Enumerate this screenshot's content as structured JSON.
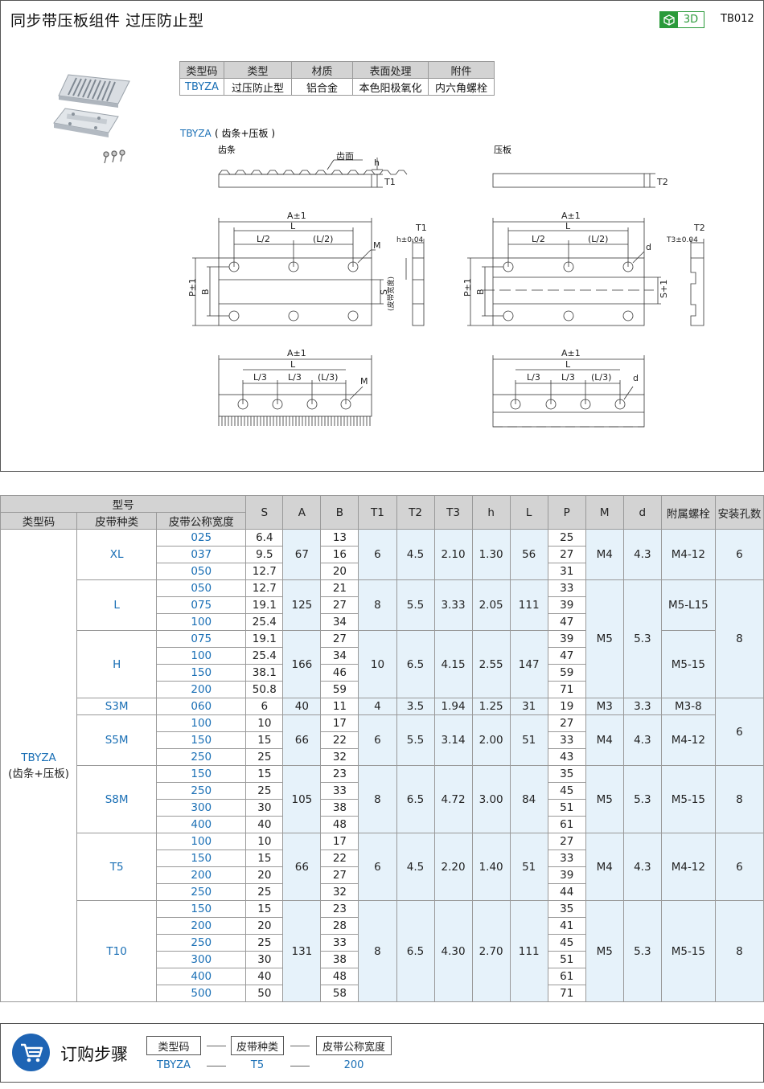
{
  "header": {
    "title": "同步带压板组件  过压防止型",
    "badge_3d": "3D",
    "code": "TB012"
  },
  "spec_table": {
    "headers": [
      "类型码",
      "类型",
      "材质",
      "表面处理",
      "附件"
    ],
    "values": [
      "TBYZA",
      "过压防止型",
      "铝合金",
      "本色阳极氧化",
      "内六角螺栓"
    ]
  },
  "drawing": {
    "section_title": "TBYZA",
    "section_sub": "( 齿条+压板 )",
    "rack_label": "齿条",
    "plate_label": "压板",
    "tooth_face": "齿面",
    "labels": {
      "h": "h",
      "t1": "T1",
      "t2": "T2",
      "a": "A±1",
      "l": "L",
      "l2": "L/2",
      "l2p": "(L/2)",
      "l3": "L/3",
      "l3p": "(L/3)",
      "m": "M",
      "d": "d",
      "p": "P±1",
      "b": "B",
      "s": "S",
      "belt_width": "(皮带宽度)",
      "h_tol": "h±0.04",
      "t3_tol": "T3±0.04",
      "s1": "S+1"
    }
  },
  "main_table": {
    "header_model": "型号",
    "header_type_code": "类型码",
    "header_belt_type": "皮带种类",
    "header_belt_width": "皮带公称宽度",
    "cols": [
      "S",
      "A",
      "B",
      "T1",
      "T2",
      "T3",
      "h",
      "L",
      "P",
      "M",
      "d",
      "附属螺栓",
      "安装孔数"
    ],
    "type_code": "TBYZA",
    "type_code_sub": "(齿条+压板)",
    "rows": [
      {
        "belt": "XL",
        "w": "025",
        "S": "6.4",
        "A": "67",
        "B": "13",
        "T1": "6",
        "T2": "4.5",
        "T3": "2.10",
        "h": "1.30",
        "L": "56",
        "P": "25",
        "M": "M4",
        "d": "4.3",
        "bolt": "M4-12",
        "holes": "6"
      },
      {
        "belt": "",
        "w": "037",
        "S": "9.5",
        "B": "16",
        "P": "27"
      },
      {
        "belt": "",
        "w": "050",
        "S": "12.7",
        "B": "20",
        "P": "31"
      },
      {
        "belt": "L",
        "w": "050",
        "S": "12.7",
        "A": "125",
        "B": "21",
        "T1": "8",
        "T2": "5.5",
        "T3": "3.33",
        "h": "2.05",
        "L": "111",
        "P": "33",
        "M": "M5",
        "d": "5.3",
        "bolt": "M5-L15",
        "holes": "8"
      },
      {
        "belt": "",
        "w": "075",
        "S": "19.1",
        "B": "27",
        "P": "39"
      },
      {
        "belt": "",
        "w": "100",
        "S": "25.4",
        "B": "34",
        "P": "47"
      },
      {
        "belt": "H",
        "w": "075",
        "S": "19.1",
        "A": "166",
        "B": "27",
        "T1": "10",
        "T2": "6.5",
        "T3": "4.15",
        "h": "2.55",
        "L": "147",
        "P": "39",
        "bolt": "M5-15"
      },
      {
        "belt": "",
        "w": "100",
        "S": "25.4",
        "B": "34",
        "P": "47"
      },
      {
        "belt": "",
        "w": "150",
        "S": "38.1",
        "B": "46",
        "P": "59"
      },
      {
        "belt": "",
        "w": "200",
        "S": "50.8",
        "B": "59",
        "P": "71"
      },
      {
        "belt": "S3M",
        "w": "060",
        "S": "6",
        "A": "40",
        "B": "11",
        "T1": "4",
        "T2": "3.5",
        "T3": "1.94",
        "h": "1.25",
        "L": "31",
        "P": "19",
        "M": "M3",
        "d": "3.3",
        "bolt": "M3-8",
        "holes": "6"
      },
      {
        "belt": "S5M",
        "w": "100",
        "S": "10",
        "A": "66",
        "B": "17",
        "T1": "6",
        "T2": "5.5",
        "T3": "3.14",
        "h": "2.00",
        "L": "51",
        "P": "27",
        "M": "M4",
        "d": "4.3",
        "bolt": "M4-12"
      },
      {
        "belt": "",
        "w": "150",
        "S": "15",
        "B": "22",
        "P": "33"
      },
      {
        "belt": "",
        "w": "250",
        "S": "25",
        "B": "32",
        "P": "43"
      },
      {
        "belt": "S8M",
        "w": "150",
        "S": "15",
        "A": "105",
        "B": "23",
        "T1": "8",
        "T2": "6.5",
        "T3": "4.72",
        "h": "3.00",
        "L": "84",
        "P": "35",
        "M": "M5",
        "d": "5.3",
        "bolt": "M5-15",
        "holes": "8"
      },
      {
        "belt": "",
        "w": "250",
        "S": "25",
        "B": "33",
        "P": "45"
      },
      {
        "belt": "",
        "w": "300",
        "S": "30",
        "B": "38",
        "P": "51"
      },
      {
        "belt": "",
        "w": "400",
        "S": "40",
        "B": "48",
        "P": "61"
      },
      {
        "belt": "T5",
        "w": "100",
        "S": "10",
        "A": "66",
        "B": "17",
        "T1": "6",
        "T2": "4.5",
        "T3": "2.20",
        "h": "1.40",
        "L": "51",
        "P": "27",
        "M": "M4",
        "d": "4.3",
        "bolt": "M4-12",
        "holes": "6"
      },
      {
        "belt": "",
        "w": "150",
        "S": "15",
        "B": "22",
        "P": "33"
      },
      {
        "belt": "",
        "w": "200",
        "S": "20",
        "B": "27",
        "P": "39"
      },
      {
        "belt": "",
        "w": "250",
        "S": "25",
        "B": "32",
        "P": "44"
      },
      {
        "belt": "T10",
        "w": "150",
        "S": "15",
        "A": "131",
        "B": "23",
        "T1": "8",
        "T2": "6.5",
        "T3": "4.30",
        "h": "2.70",
        "L": "111",
        "P": "35",
        "M": "M5",
        "d": "5.3",
        "bolt": "M5-15",
        "holes": "8"
      },
      {
        "belt": "",
        "w": "200",
        "S": "20",
        "B": "28",
        "P": "41"
      },
      {
        "belt": "",
        "w": "250",
        "S": "25",
        "B": "33",
        "P": "45"
      },
      {
        "belt": "",
        "w": "300",
        "S": "30",
        "B": "38",
        "P": "51"
      },
      {
        "belt": "",
        "w": "400",
        "S": "40",
        "B": "48",
        "P": "61"
      },
      {
        "belt": "",
        "w": "500",
        "S": "50",
        "B": "58",
        "P": "71"
      }
    ]
  },
  "ordering": {
    "title": "订购步骤",
    "steps": [
      "类型码",
      "皮带种类",
      "皮带公称宽度"
    ],
    "example": [
      "TBYZA",
      "T5",
      "200"
    ]
  }
}
